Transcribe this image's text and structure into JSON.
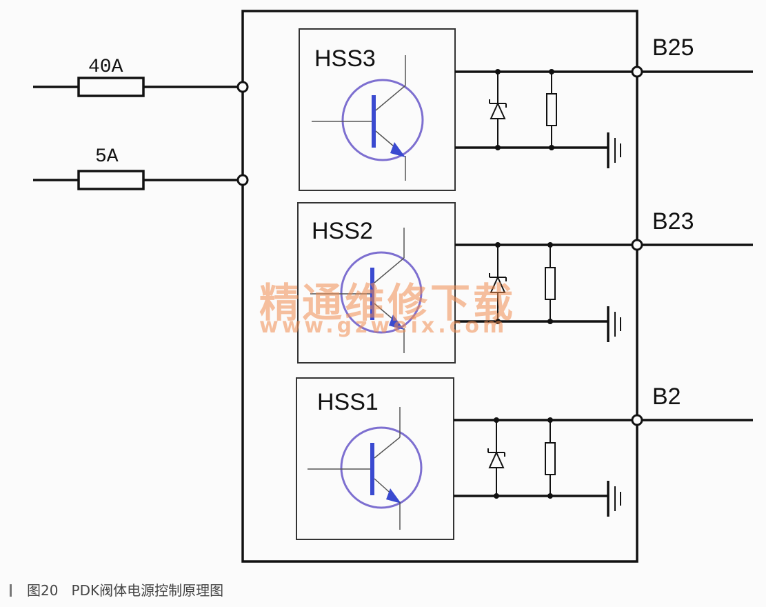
{
  "fuses": [
    {
      "label": "40A"
    },
    {
      "label": "5A"
    }
  ],
  "channels": [
    {
      "name": "HSS3",
      "terminal": "B25"
    },
    {
      "name": "HSS2",
      "terminal": "B23"
    },
    {
      "name": "HSS1",
      "terminal": "B2"
    }
  ],
  "watermark": {
    "text": "精通维修下载",
    "url": "www.gzweix.com"
  },
  "caption": {
    "figure": "图20",
    "title": "PDK阀体电源控制原理图"
  },
  "colors": {
    "wire": "#111111",
    "transistor_circle": "#7d6fd0",
    "transistor_base": "#3a4ad0",
    "watermark": "#f08c50"
  }
}
